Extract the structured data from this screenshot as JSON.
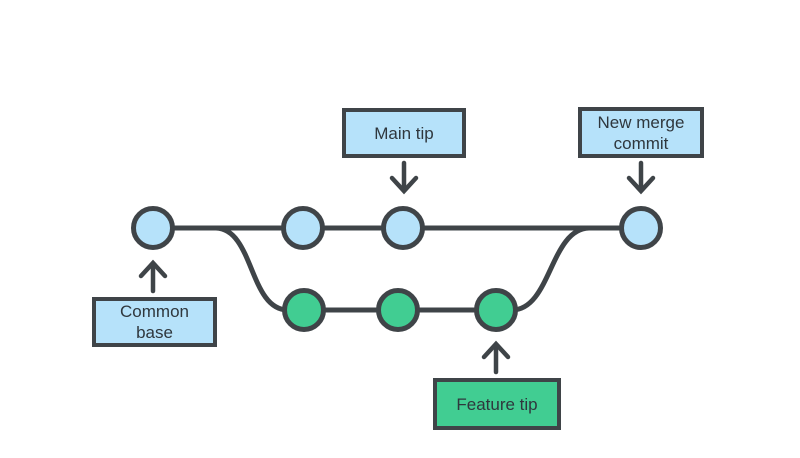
{
  "diagram": {
    "title_semantic": "git merge branch diagram",
    "colors": {
      "background": "#FFFFFF",
      "outline": "#3F4448",
      "main_fill": "#B6E2FA",
      "feature_fill": "#41CD92",
      "label_text": "#2F373D"
    },
    "labels": {
      "main_tip": "Main tip",
      "new_merge_commit": "New merge commit",
      "common_base": "Common base",
      "feature_tip": "Feature tip"
    },
    "structure": {
      "main_branch_commit_count": 4,
      "feature_branch_commit_count": 3,
      "main_branch_color": "#B6E2FA",
      "feature_branch_color": "#41CD92"
    }
  }
}
